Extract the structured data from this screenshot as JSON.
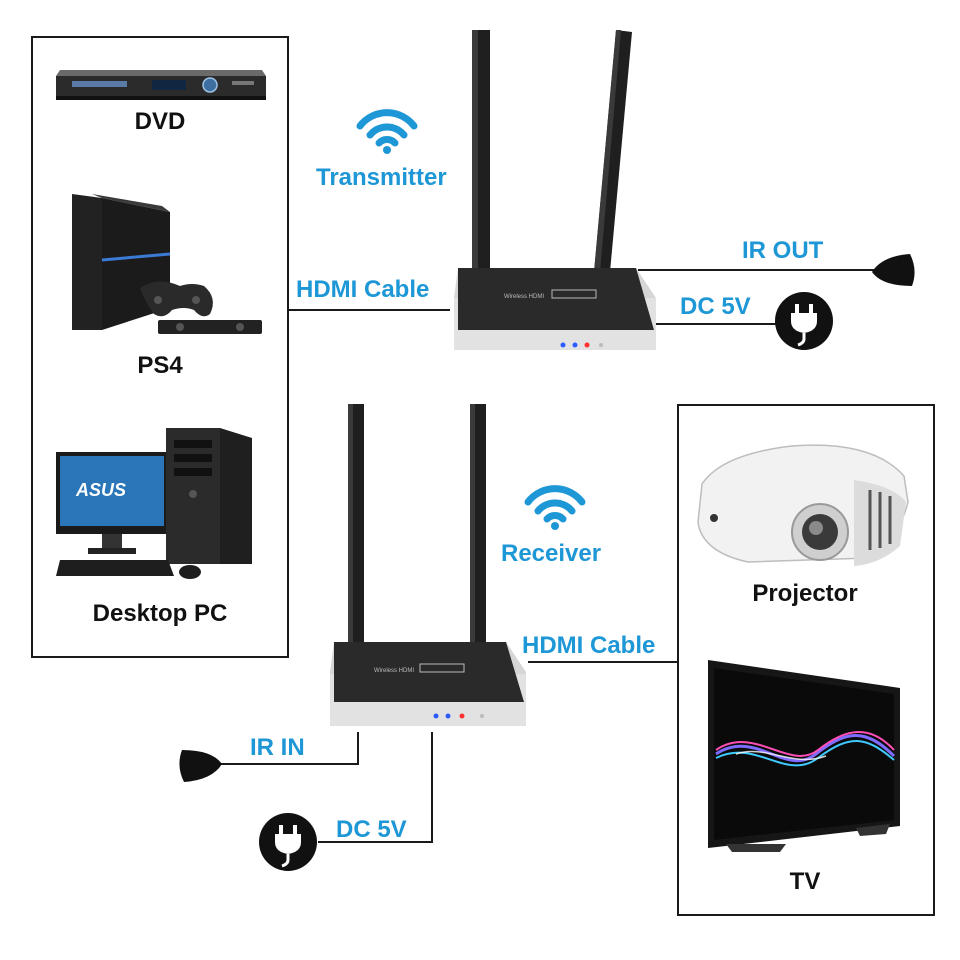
{
  "sources": {
    "dvd": "DVD",
    "ps4": "PS4",
    "desktop": "Desktop PC",
    "desktop_brand": "ASUS"
  },
  "transmitter": {
    "title": "Transmitter",
    "hdmi": "HDMI Cable",
    "ir": "IR OUT",
    "dc": "DC 5V",
    "panel_text": "Wireless HDMI",
    "badge": "Transmitter"
  },
  "receiver": {
    "title": "Receiver",
    "hdmi": "HDMI Cable",
    "ir": "IR IN",
    "dc": "DC 5V",
    "panel_text": "Wireless HDMI",
    "badge": "Receiver"
  },
  "displays": {
    "projector": "Projector",
    "tv": "TV"
  },
  "colors": {
    "accent": "#1e97d6",
    "device_top": "#2a2a2a",
    "device_silver": "#d6d6d6",
    "line": "#1a1a1a"
  },
  "icons": [
    "wifi-icon",
    "plug-icon",
    "ir-emitter-icon"
  ]
}
